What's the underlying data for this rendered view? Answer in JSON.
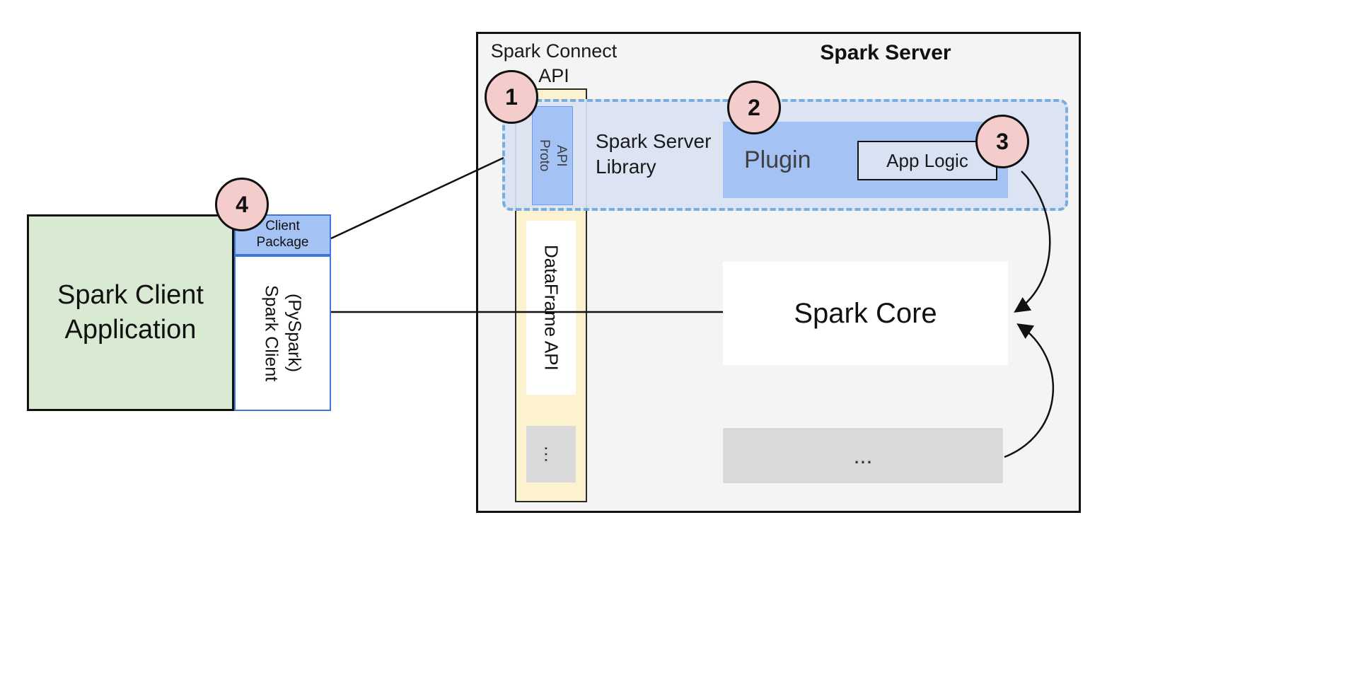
{
  "server": {
    "title": "Spark Server",
    "connect_api_label": "Spark Connect\nAPI",
    "proto_api_label": "Proto\nAPI",
    "dataframe_api_label": "DataFrame API",
    "api_more_label": "…",
    "library_label": "Spark Server\nLibrary",
    "plugin_label": "Plugin",
    "app_logic_label": "App Logic",
    "spark_core_label": "Spark Core",
    "core_more_label": "..."
  },
  "client": {
    "application_label": "Spark Client\nApplication",
    "package_label": "Client\nPackage",
    "client_label": "Spark Client\n(PySpark)"
  },
  "badges": [
    "1",
    "2",
    "3",
    "4"
  ],
  "colors": {
    "badge_fill": "#f4cccc",
    "blue_fill": "#a4c2f4",
    "dashed_border": "#6fa8dc",
    "dashed_fill": "#dae3f3",
    "yellow_fill": "#fdf2cf",
    "green_fill": "#d9ead3",
    "gray_fill": "#d9d9d9",
    "server_fill": "#f4f4f4",
    "client_border": "#3c78d8"
  }
}
